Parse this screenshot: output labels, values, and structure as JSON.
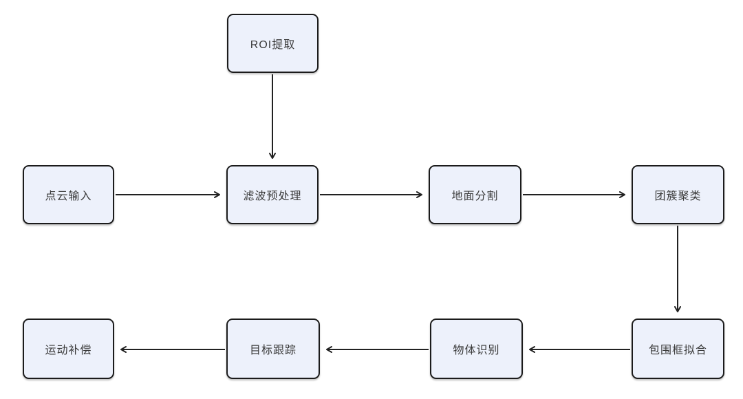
{
  "diagram": {
    "type": "flowchart",
    "background": "#ffffff",
    "colors": {
      "node_fill": "#edf1fb",
      "node_border": "#1b1b1b",
      "arrow": "#212121",
      "text": "#3a3a3a"
    },
    "nodes": [
      {
        "id": "roi-extraction",
        "label": "ROI提取"
      },
      {
        "id": "pointcloud-input",
        "label": "点云输入"
      },
      {
        "id": "filter-preprocess",
        "label": "滤波预处理"
      },
      {
        "id": "ground-segmentation",
        "label": "地面分割"
      },
      {
        "id": "cluster-clustering",
        "label": "团簇聚类"
      },
      {
        "id": "bounding-box-fitting",
        "label": "包围框拟合"
      },
      {
        "id": "object-recognition",
        "label": "物体识别"
      },
      {
        "id": "target-tracking",
        "label": "目标跟踪"
      },
      {
        "id": "motion-compensation",
        "label": "运动补偿"
      }
    ],
    "edges": [
      {
        "from": "ROI提取",
        "to": "滤波预处理",
        "direction": "down"
      },
      {
        "from": "点云输入",
        "to": "滤波预处理",
        "direction": "right"
      },
      {
        "from": "滤波预处理",
        "to": "地面分割",
        "direction": "right"
      },
      {
        "from": "地面分割",
        "to": "团簇聚类",
        "direction": "right"
      },
      {
        "from": "团簇聚类",
        "to": "包围框拟合",
        "direction": "down"
      },
      {
        "from": "包围框拟合",
        "to": "物体识别",
        "direction": "left"
      },
      {
        "from": "物体识别",
        "to": "目标跟踪",
        "direction": "left"
      },
      {
        "from": "目标跟踪",
        "to": "运动补偿",
        "direction": "left"
      }
    ]
  }
}
